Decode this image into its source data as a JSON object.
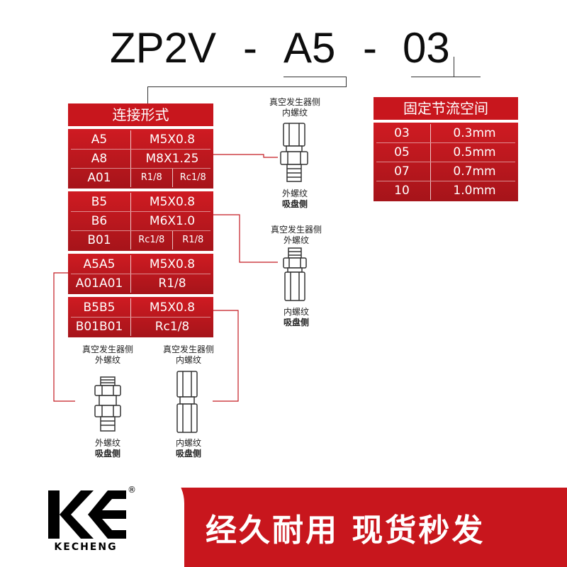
{
  "title": {
    "part1": "ZP2V",
    "dash1": "-",
    "part2": "A5",
    "dash2": "-",
    "part3": "03"
  },
  "connection": {
    "header": "连接形式",
    "groups": [
      {
        "rows": [
          {
            "code": "A5",
            "thread": "M5X0.8"
          },
          {
            "code": "A8",
            "thread": "M8X1.25"
          },
          {
            "code": "A01",
            "split": [
              "R1/8",
              "Rc1/8"
            ]
          }
        ]
      },
      {
        "rows": [
          {
            "code": "B5",
            "thread": "M5X0.8"
          },
          {
            "code": "B6",
            "thread": "M6X1.0"
          },
          {
            "code": "B01",
            "split": [
              "Rc1/8",
              "R1/8"
            ]
          }
        ]
      },
      {
        "rows": [
          {
            "code": "A5A5",
            "thread": "M5X0.8"
          },
          {
            "code": "A01A01",
            "thread": "R1/8"
          }
        ]
      },
      {
        "rows": [
          {
            "code": "B5B5",
            "thread": "M5X0.8"
          },
          {
            "code": "B01B01",
            "thread": "Rc1/8"
          }
        ]
      }
    ]
  },
  "orifice": {
    "header": "固定节流空间",
    "rows": [
      {
        "code": "03",
        "size": "0.3mm"
      },
      {
        "code": "05",
        "size": "0.5mm"
      },
      {
        "code": "07",
        "size": "0.7mm"
      },
      {
        "code": "10",
        "size": "1.0mm"
      }
    ]
  },
  "fittings": {
    "a": {
      "top1": "真空发生器侧",
      "top2": "内螺纹",
      "bottom1": "外螺纹",
      "bottom2": "吸盘侧"
    },
    "b": {
      "top1": "真空发生器侧",
      "top2": "外螺纹",
      "bottom1": "内螺纹",
      "bottom2": "吸盘侧"
    },
    "c": {
      "top1": "真空发生器侧",
      "top2": "外螺纹",
      "bottom1": "外螺纹",
      "bottom2": "吸盘侧"
    },
    "d": {
      "top1": "真空发生器侧",
      "top2": "内螺纹",
      "bottom1": "内螺纹",
      "bottom2": "吸盘侧"
    }
  },
  "footer": {
    "slogan": "经久耐用 现货秒发",
    "brand": "KECHENG",
    "registered": "®"
  },
  "colors": {
    "accent": "#c8161d",
    "text": "#0d0d0d"
  },
  "icons": [
    "fitting-female-male-icon",
    "fitting-male-female-icon",
    "fitting-male-male-icon",
    "fitting-female-female-icon",
    "kecheng-logo-icon"
  ]
}
